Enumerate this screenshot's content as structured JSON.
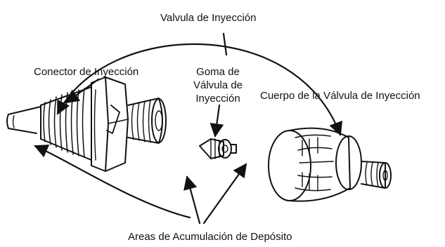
{
  "labels": {
    "valve": "Valvula de Inyección",
    "connector": "Conector de Inyección",
    "seal_line1": "Goma de",
    "seal_line2": "Válvula de",
    "seal_line3": "Inyección",
    "valve_body": "Cuerpo de la Válvula de Inyección",
    "deposit_areas": "Areas de Acumulación de Depósito"
  },
  "colors": {
    "line": "#111111",
    "background": "#ffffff"
  }
}
